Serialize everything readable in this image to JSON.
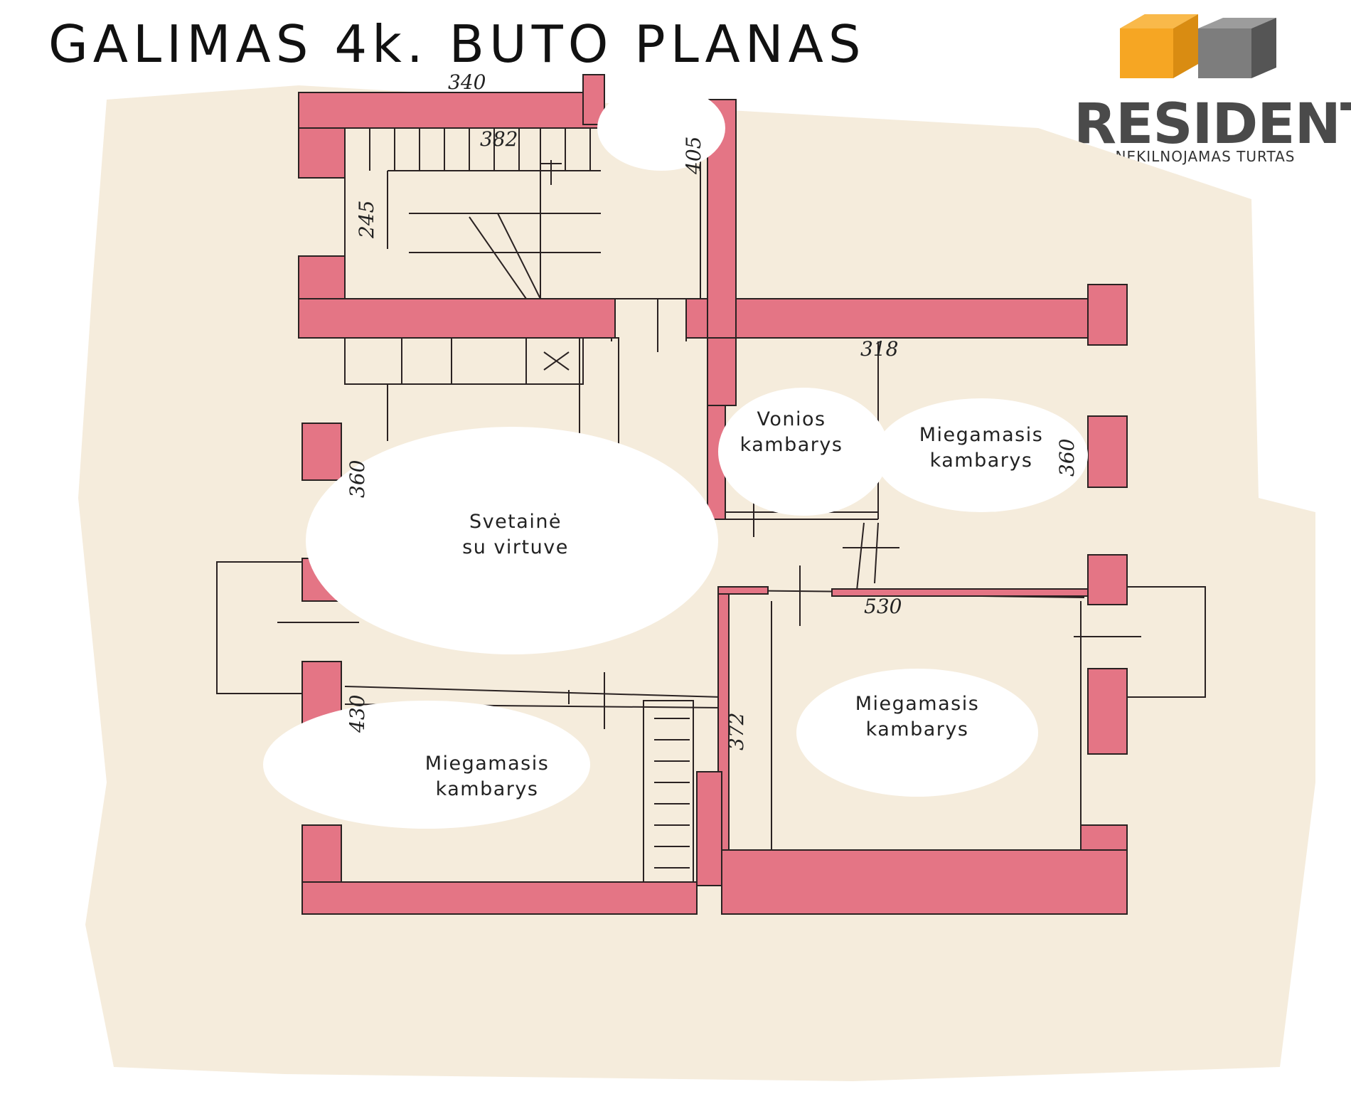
{
  "title": "GALIMAS 4k. BUTO PLANAS",
  "logo": {
    "wordmark": "RESIDENT",
    "tagline": "NEKILNOJAMAS TURTAS",
    "colors": {
      "orange": "#f6a623",
      "gray_light": "#8c8c8c",
      "gray_dark": "#5a5a5a",
      "text": "#4a4a4a"
    }
  },
  "colors": {
    "paper": "#f5ecdc",
    "wall": "#e47585",
    "line": "#2a2222"
  },
  "rooms": {
    "living": {
      "line1": "Svetainė",
      "line2": "su virtuve"
    },
    "bath": {
      "line1": "Vonios",
      "line2": "kambarys"
    },
    "bed_ne": {
      "line1": "Miegamasis",
      "line2": "kambarys"
    },
    "bed_se": {
      "line1": "Miegamasis",
      "line2": "kambarys"
    },
    "bed_sw": {
      "line1": "Miegamasis",
      "line2": "kambarys"
    }
  },
  "dimensions": {
    "top": "340",
    "stair_width": "382",
    "stair_height": "405",
    "stair_side": "245",
    "bedroom_ne_width": "318",
    "living_left": "360",
    "bedroom_ne_right": "360",
    "bedroom_se_top": "530",
    "bedroom_sw_left": "430",
    "bedroom_se_left": "372"
  }
}
